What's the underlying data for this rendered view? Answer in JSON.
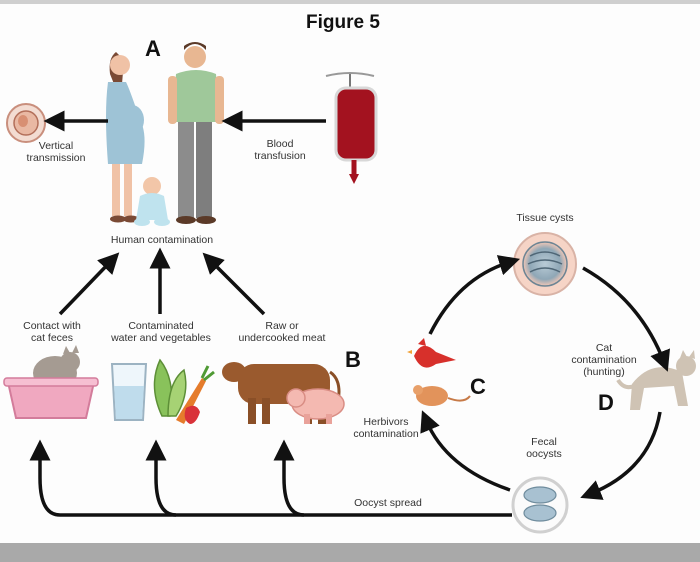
{
  "figure": {
    "title": "Figure 5",
    "letters": {
      "a": "A",
      "b": "B",
      "c": "C",
      "d": "D"
    }
  },
  "labels": {
    "vertical_transmission": "Vertical\ntransmission",
    "blood_transfusion": "Blood\ntransfusion",
    "human_contamination": "Human contamination",
    "contact_cat_feces": "Contact with\ncat feces",
    "contaminated_water": "Contaminated\nwater and vegetables",
    "raw_meat": "Raw or\nundercooked meat",
    "tissue_cysts": "Tissue cysts",
    "cat_contamination": "Cat\ncontamination\n(hunting)",
    "herbivors_contamination": "Herbivors\ncontamination",
    "fecal_oocysts": "Fecal\noocysts",
    "oocyst_spread": "Oocyst spread"
  },
  "icons": [
    "fetus-icon",
    "pregnant-woman-icon",
    "man-icon",
    "baby-icon",
    "blood-bag-icon",
    "litter-box-cat-icon",
    "water-glass-icon",
    "vegetables-icon",
    "cow-icon",
    "pig-icon",
    "bird-icon",
    "mouse-icon",
    "tissue-cyst-icon",
    "cat-icon",
    "oocyst-icon"
  ]
}
